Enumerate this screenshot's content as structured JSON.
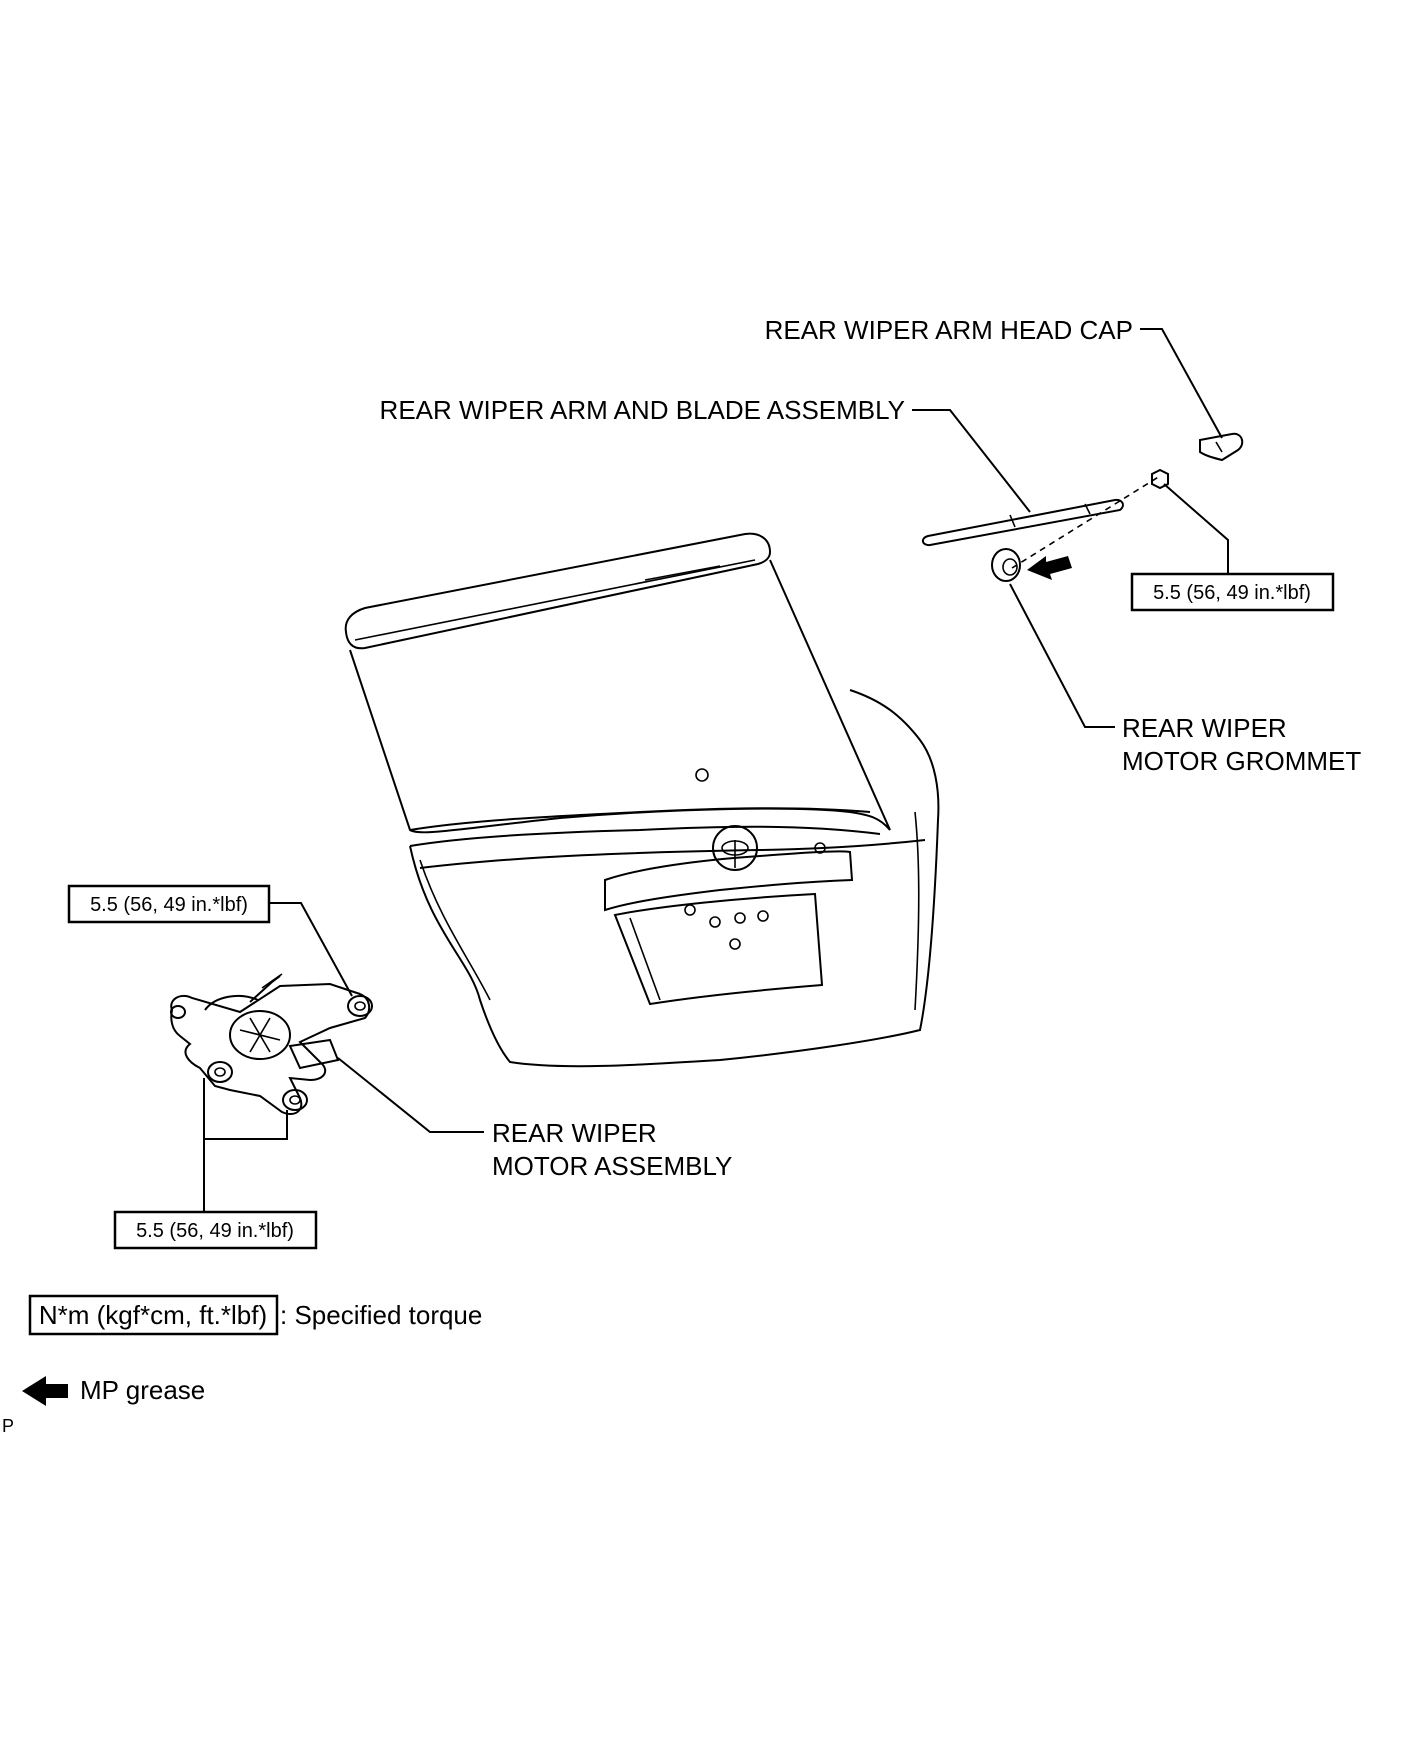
{
  "labels": {
    "arm_head_cap": "REAR WIPER ARM HEAD CAP",
    "arm_and_blade": "REAR WIPER ARM AND BLADE ASSEMBLY",
    "grommet_line1": "REAR WIPER",
    "grommet_line2": "MOTOR GROMMET",
    "motor_line1": "REAR WIPER",
    "motor_line2": "MOTOR ASSEMBLY"
  },
  "torque_values": {
    "arm_nut": "5.5 (56, 49 in.*lbf)",
    "motor_upper": "5.5 (56, 49 in.*lbf)",
    "motor_lower": "5.5 (56, 49 in.*lbf)"
  },
  "legend": {
    "torque_unit": "N*m (kgf*cm, ft.*lbf)",
    "torque_desc": ": Specified torque",
    "grease_desc": "MP grease"
  },
  "footer_mark": "P"
}
